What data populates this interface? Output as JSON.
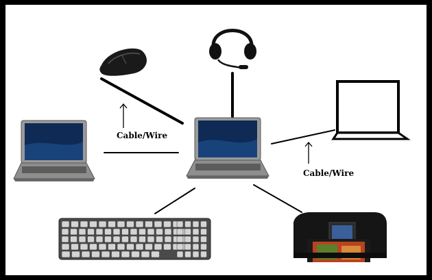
{
  "labels": {
    "cable_left": "Cable/Wire",
    "cable_right": "Cable/Wire"
  },
  "devices": {
    "center": "laptop",
    "left": "laptop",
    "mouse": "mouse",
    "headset": "headset",
    "monitor": "laptop",
    "keyboard": "keyboard",
    "printer": "printer"
  },
  "colors": {
    "frame": "#000000",
    "background": "#ffffff",
    "lines": "#000000"
  }
}
